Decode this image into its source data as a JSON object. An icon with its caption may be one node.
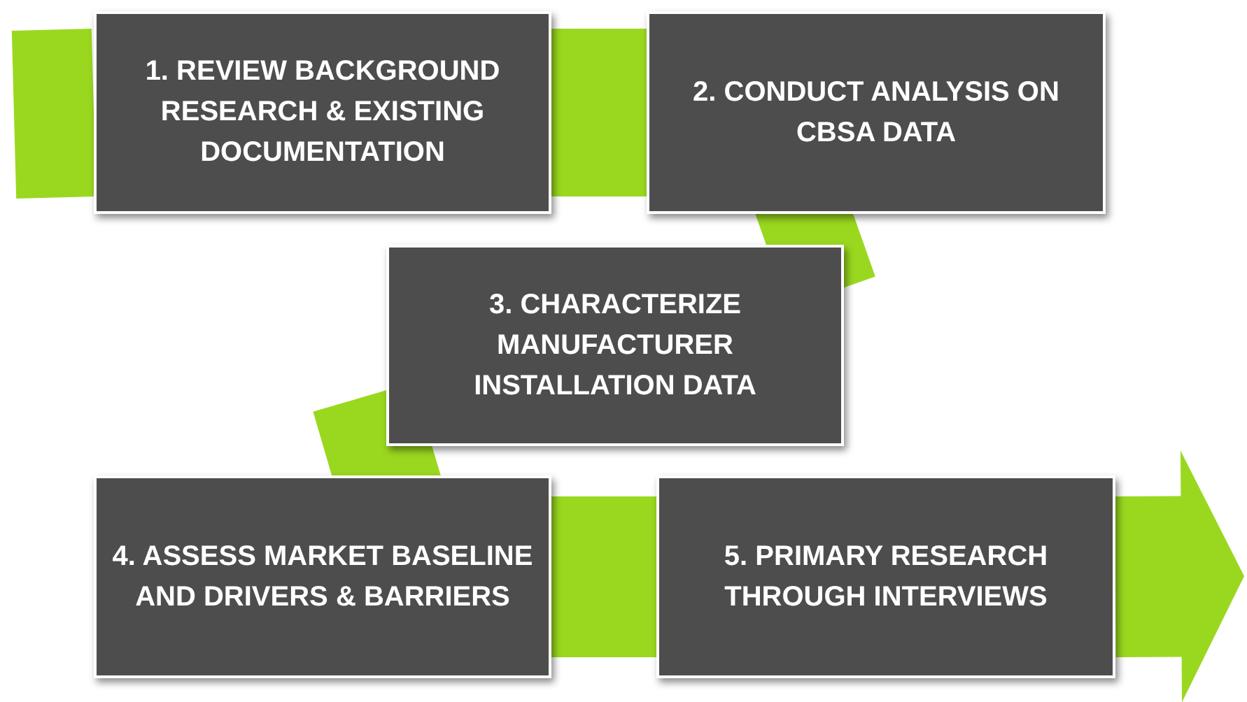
{
  "diagram": {
    "nodes": [
      {
        "text": [
          "1. REVIEW BACKGROUND RESEARCH & EXISTING DOCUMENTATION"
        ]
      },
      {
        "text": [
          "2. CONDUCT ANALYSIS ON CBSA DATA"
        ]
      },
      {
        "text": [
          "3. CHARACTERIZE MANUFACTURER INSTALLATION DATA"
        ]
      },
      {
        "text": [
          "4. ASSESS MARKET BASELINE AND DRIVERS & BARRIERS"
        ]
      },
      {
        "text": [
          "5. PRIMARY RESEARCH THROUGH INTERVIEWS"
        ]
      }
    ],
    "edges": [
      {
        "from": null,
        "to": 0,
        "arrow": "none"
      },
      {
        "from": 0,
        "to": 1,
        "arrow": "none"
      },
      {
        "from": 1,
        "to": 2,
        "arrow": "none"
      },
      {
        "from": 2,
        "to": 3,
        "arrow": "none"
      },
      {
        "from": 3,
        "to": 4,
        "arrow": "none"
      },
      {
        "from": 4,
        "to": null,
        "arrow": "to"
      }
    ]
  }
}
